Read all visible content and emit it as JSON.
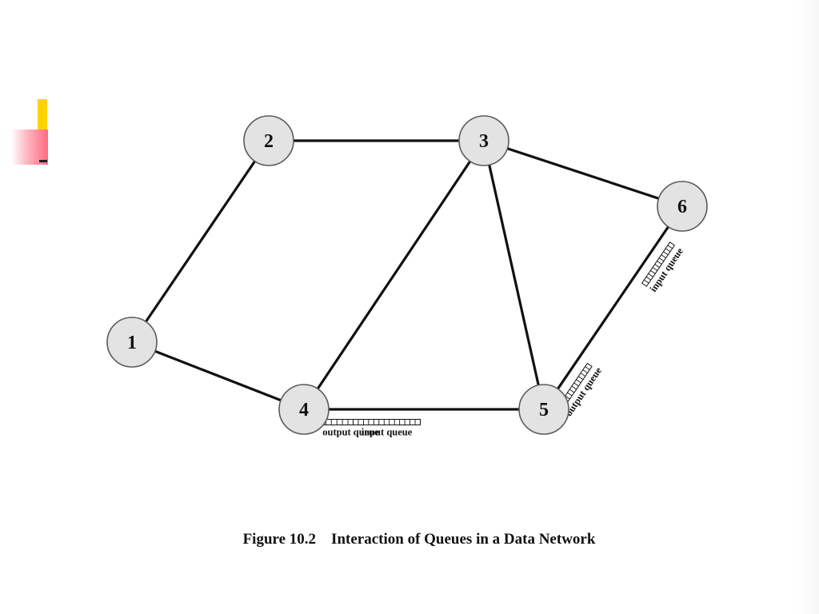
{
  "figure": {
    "caption": "Figure 10.2    Interaction of Queues in a Data Network",
    "nodes": [
      {
        "id": "1",
        "label": "1"
      },
      {
        "id": "2",
        "label": "2"
      },
      {
        "id": "3",
        "label": "3"
      },
      {
        "id": "4",
        "label": "4"
      },
      {
        "id": "5",
        "label": "5"
      },
      {
        "id": "6",
        "label": "6"
      }
    ],
    "links": [
      {
        "from": "1",
        "to": "2"
      },
      {
        "from": "1",
        "to": "4"
      },
      {
        "from": "2",
        "to": "3"
      },
      {
        "from": "3",
        "to": "4"
      },
      {
        "from": "3",
        "to": "5"
      },
      {
        "from": "3",
        "to": "6"
      },
      {
        "from": "4",
        "to": "5"
      },
      {
        "from": "5",
        "to": "6"
      }
    ],
    "queues": [
      {
        "at": "4",
        "toward": "5",
        "label": "output queue"
      },
      {
        "at": "5",
        "toward": "4",
        "label": "input queue"
      },
      {
        "at": "5",
        "toward": "6",
        "label": "output queue"
      },
      {
        "at": "6",
        "toward": "5",
        "label": "input queue"
      }
    ]
  },
  "colors": {
    "node_fill": "#e3e3e3",
    "node_stroke": "#5a5a5a",
    "link": "#111111",
    "accent_yellow": "#ffd200",
    "accent_pink": "#ff6a82"
  }
}
